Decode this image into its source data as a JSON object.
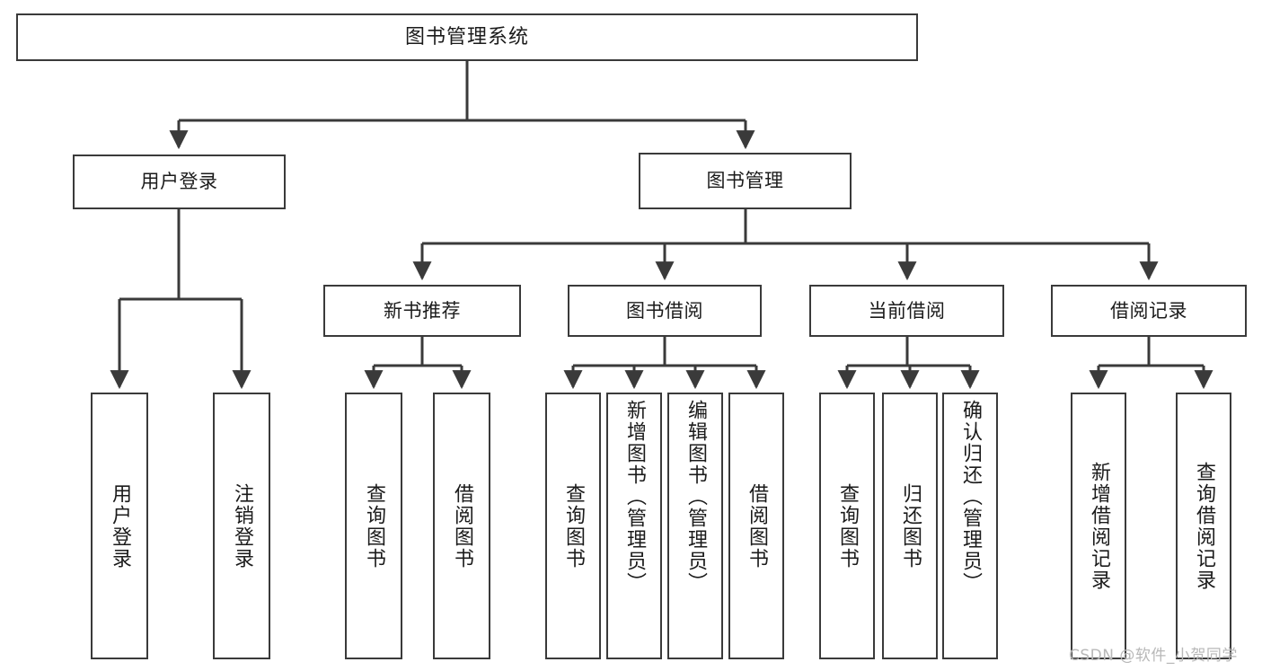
{
  "diagram": {
    "title": "图书管理系统",
    "watermark": "CSDN @软件_小贺同学",
    "line_color": "#3a3a3a",
    "box_fill": "#ffffff",
    "text_color": "#1b1b1b",
    "watermark_color": "#b8b8b8",
    "root": {
      "label": "图书管理系统"
    },
    "level1": [
      {
        "label": "用户登录"
      },
      {
        "label": "图书管理"
      }
    ],
    "level2": [
      {
        "label": "新书推荐"
      },
      {
        "label": "图书借阅"
      },
      {
        "label": "当前借阅"
      },
      {
        "label": "借阅记录"
      }
    ],
    "leaves": {
      "user_login": [
        {
          "label": "用户登录"
        },
        {
          "label": "注销登录"
        }
      ],
      "new_book_recommend": [
        {
          "label": "查询图书"
        },
        {
          "label": "借阅图书"
        }
      ],
      "book_borrow": [
        {
          "label": "查询图书"
        },
        {
          "label": "新增图书（管理员）"
        },
        {
          "label": "编辑图书（管理员）"
        },
        {
          "label": "借阅图书"
        }
      ],
      "current_borrow": [
        {
          "label": "查询图书"
        },
        {
          "label": "归还图书"
        },
        {
          "label": "确认归还（管理员）"
        }
      ],
      "borrow_record": [
        {
          "label": "新增借阅记录"
        },
        {
          "label": "查询借阅记录"
        }
      ]
    }
  }
}
